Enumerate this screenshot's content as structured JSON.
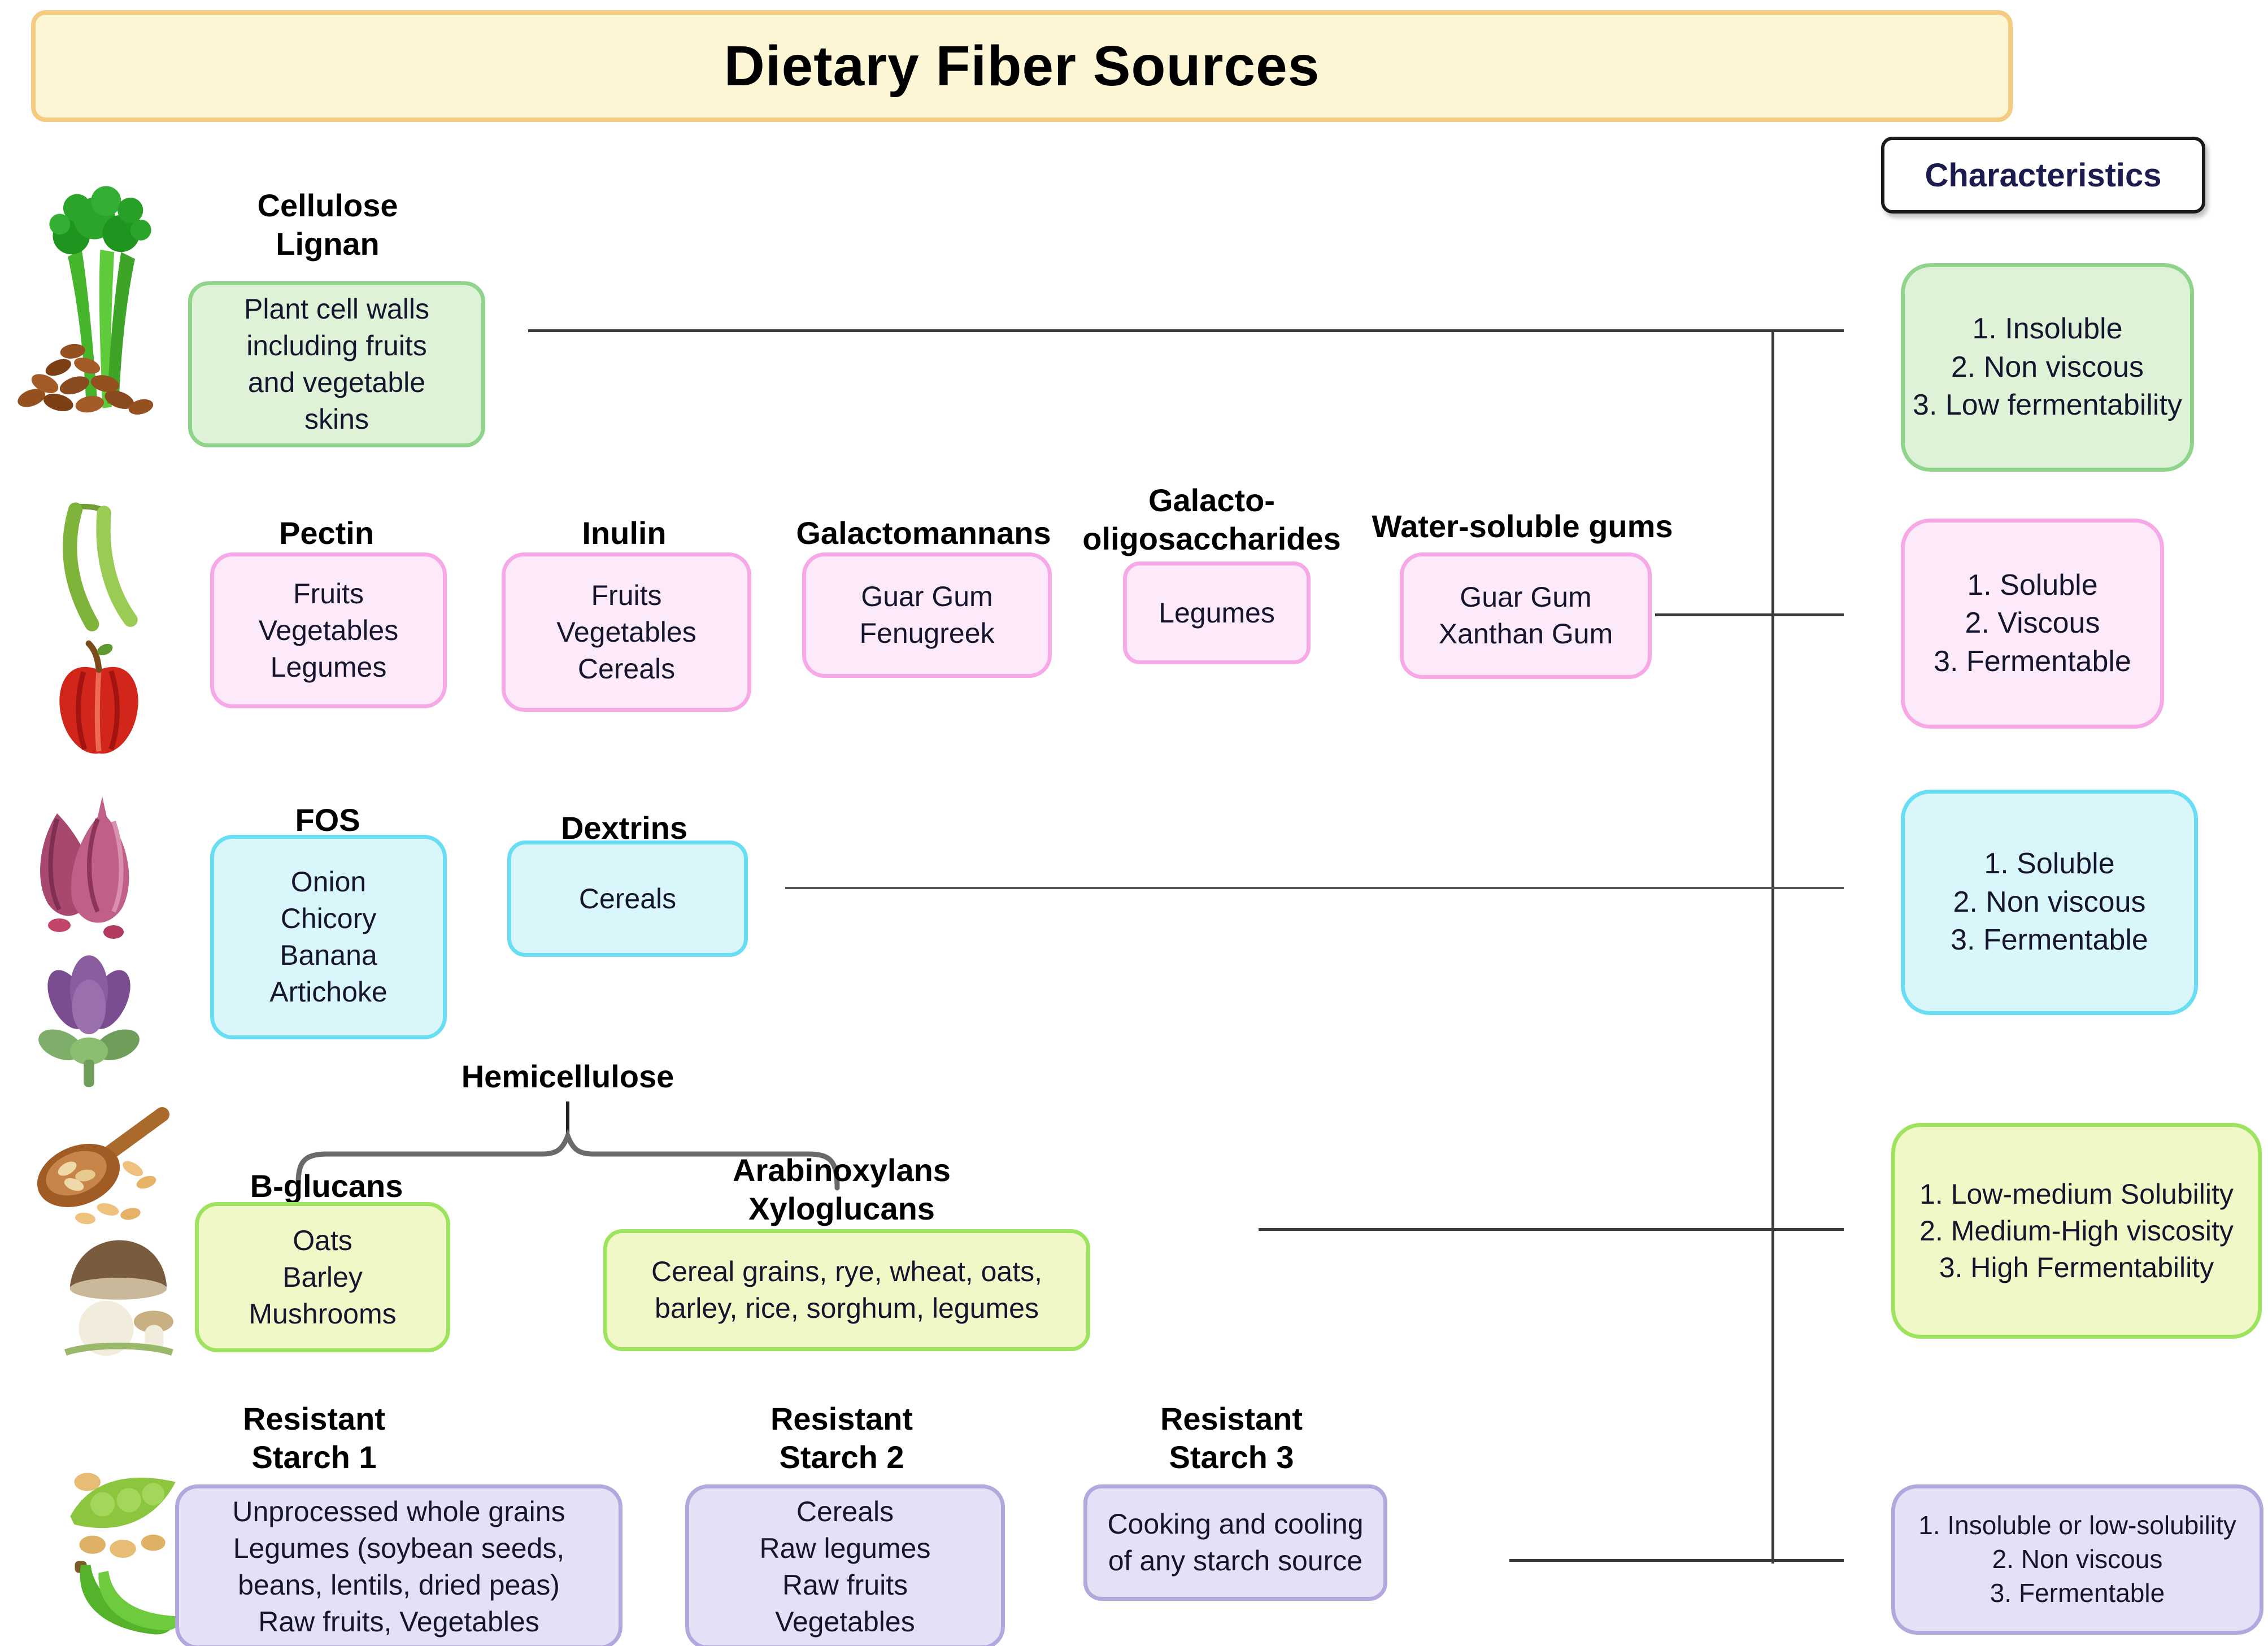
{
  "title": "Dietary Fiber Sources",
  "characteristics_header": "Characteristics",
  "colors": {
    "title_fill": "#fdf6d4",
    "title_border": "#f5ca81",
    "green_fill": "#ddf2d7",
    "green_border": "#90d48c",
    "pink_fill": "#fce9f9",
    "pink_border": "#f6a9e6",
    "cyan_fill": "#d9f7fb",
    "cyan_border": "#69ddf3",
    "lime_fill": "#f1f8c8",
    "lime_border": "#9de35e",
    "purple_fill": "#e4e1f6",
    "purple_border": "#b4a7de",
    "connector_line": "#3a3a3a"
  },
  "icons": {
    "row1": [
      "celery-icon",
      "nuts-pile-icon"
    ],
    "row2": [
      "pea-pods-icon",
      "apple-icon"
    ],
    "row3": [
      "onions-icon",
      "artichoke-icon"
    ],
    "row4": [
      "oat-spoon-icon",
      "mushrooms-icon"
    ],
    "row5": [
      "soybean-pod-icon",
      "green-bananas-icon"
    ]
  },
  "row1": {
    "heading1": "Cellulose",
    "heading2": "Lignan",
    "source": {
      "l1": "Plant cell walls",
      "l2": "including fruits",
      "l3": "and vegetable",
      "l4": "skins"
    },
    "chars": {
      "c1": "1. Insoluble",
      "c2": "2. Non viscous",
      "c3": "3. Low fermentability"
    }
  },
  "row2": {
    "pectin": {
      "heading": "Pectin",
      "l1": "Fruits",
      "l2": "Vegetables",
      "l3": "Legumes"
    },
    "inulin": {
      "heading": "Inulin",
      "l1": "Fruits",
      "l2": "Vegetables",
      "l3": "Cereals"
    },
    "galactomannans": {
      "heading": "Galactomannans",
      "l1": "Guar Gum",
      "l2": "Fenugreek"
    },
    "galacto_oligo": {
      "heading1": "Galacto-",
      "heading2": "oligosaccharides",
      "l1": "Legumes"
    },
    "gums": {
      "heading": "Water-soluble gums",
      "l1": "Guar Gum",
      "l2": "Xanthan Gum"
    },
    "chars": {
      "c1": "1. Soluble",
      "c2": "2. Viscous",
      "c3": "3. Fermentable"
    }
  },
  "row3": {
    "fos": {
      "heading": "FOS",
      "l1": "Onion",
      "l2": "Chicory",
      "l3": "Banana",
      "l4": "Artichoke"
    },
    "dextrins": {
      "heading": "Dextrins",
      "l1": "Cereals"
    },
    "chars": {
      "c1": "1. Soluble",
      "c2": "2. Non viscous",
      "c3": "3. Fermentable"
    }
  },
  "row4": {
    "heading": "Hemicellulose",
    "bglucans": {
      "heading": "B-glucans",
      "l1": "Oats",
      "l2": "Barley",
      "l3": "Mushrooms"
    },
    "arabinoxylans": {
      "heading1": "Arabinoxylans",
      "heading2": "Xyloglucans",
      "l1": "Cereal grains, rye, wheat, oats,",
      "l2": "barley, rice, sorghum, legumes"
    },
    "chars": {
      "c1": "1. Low-medium Solubility",
      "c2": "2. Medium-High viscosity",
      "c3": "3. High Fermentability"
    }
  },
  "row5": {
    "rs1": {
      "heading1": "Resistant",
      "heading2": "Starch 1",
      "l1": "Unprocessed whole grains",
      "l2": "Legumes (soybean seeds,",
      "l3": "beans, lentils, dried peas)",
      "l4": "Raw fruits, Vegetables"
    },
    "rs2": {
      "heading1": "Resistant",
      "heading2": "Starch 2",
      "l1": "Cereals",
      "l2": "Raw legumes",
      "l3": "Raw fruits",
      "l4": "Vegetables"
    },
    "rs3": {
      "heading1": "Resistant",
      "heading2": "Starch 3",
      "l1": "Cooking and cooling",
      "l2": "of any starch source"
    },
    "chars": {
      "c1": "1. Insoluble or low-solubility",
      "c2": "2. Non viscous",
      "c3": "3. Fermentable"
    }
  }
}
